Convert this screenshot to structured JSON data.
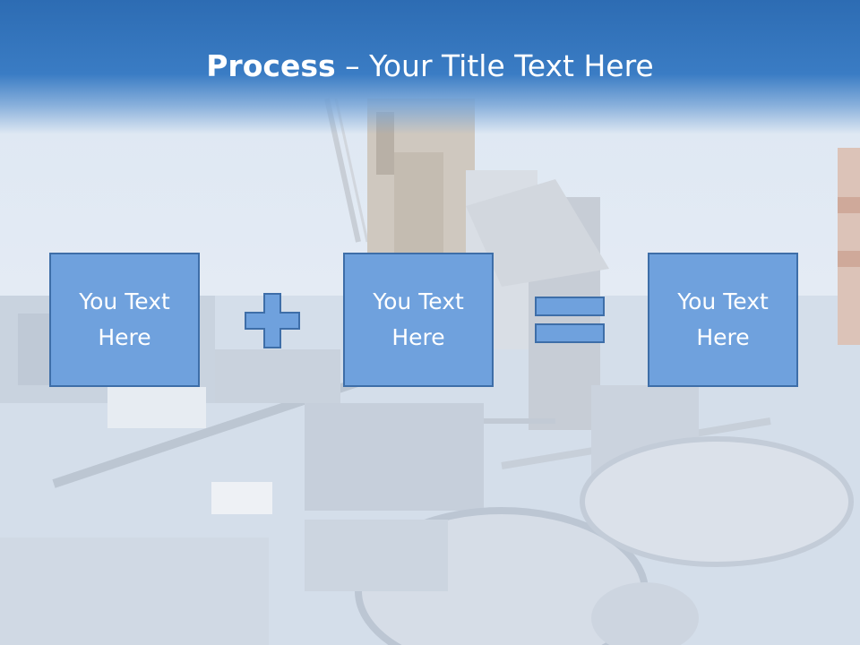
{
  "slide": {
    "title_bold": "Process",
    "title_rest": " – Your Title Text Here"
  },
  "boxes": [
    {
      "text": "You Text Here"
    },
    {
      "text": "You Text Here"
    },
    {
      "text": "You Text Here"
    }
  ],
  "operators": [
    "plus-icon",
    "equals-icon"
  ],
  "colors": {
    "header": "#2d6cb3",
    "box_fill": "#6fa1dd",
    "box_border": "#3e6ea8",
    "text": "#ffffff"
  }
}
